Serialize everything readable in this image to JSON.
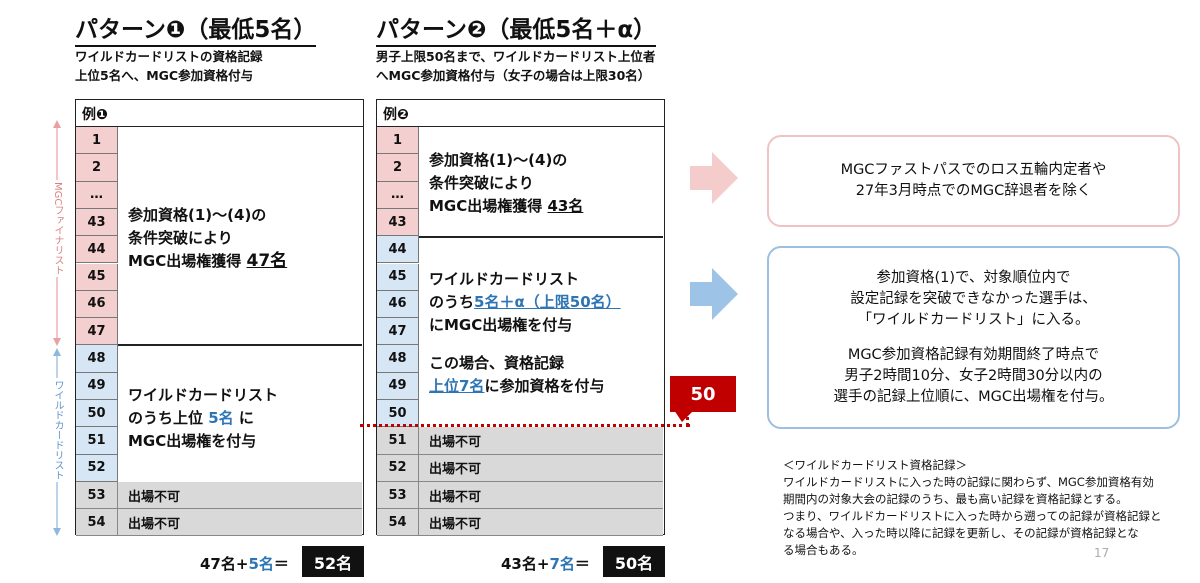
{
  "pattern1": {
    "title": "パターン❶（最低5名）",
    "desc_line1": "ワイルドカードリストの資格記録",
    "desc_line2": "上位5名へ、MGC参加資格付与",
    "example_label": "例❶",
    "pink_rows": [
      "1",
      "2",
      "…",
      "43",
      "44",
      "45",
      "46",
      "47"
    ],
    "blue_rows": [
      "48",
      "49",
      "50",
      "51",
      "52"
    ],
    "gray_rows": [
      {
        "num": "53",
        "label": "出場不可"
      },
      {
        "num": "54",
        "label": "出場不可"
      }
    ],
    "text1_line1": "参加資格(1)～(4)の",
    "text1_line2": "条件突破により",
    "text1_line3a": "MGC出場権獲得 ",
    "text1_line3b": "47名",
    "text2_line1": "ワイルドカードリスト",
    "text2_line2a": "のうち上位 ",
    "text2_line2b": "5名",
    "text2_line2c": " に",
    "text2_line3": "MGC出場権を付与",
    "total_a": "47名+",
    "total_b": "5名",
    "total_c": "＝",
    "total_box": "52名"
  },
  "pattern2": {
    "title": "パターン❷（最低5名＋α）",
    "desc_line1": "男子上限50名まで、ワイルドカードリスト上位者",
    "desc_line2": "へMGC参加資格付与（女子の場合は上限30名）",
    "example_label": "例❷",
    "pink_rows": [
      "1",
      "2",
      "…",
      "43"
    ],
    "blue_rows": [
      "44",
      "45",
      "46",
      "47",
      "48",
      "49",
      "50"
    ],
    "gray_rows": [
      {
        "num": "51",
        "label": "出場不可"
      },
      {
        "num": "52",
        "label": "出場不可"
      },
      {
        "num": "53",
        "label": "出場不可"
      },
      {
        "num": "54",
        "label": "出場不可"
      }
    ],
    "text1_line1": "参加資格(1)～(4)の",
    "text1_line2": "条件突破により",
    "text1_line3a": "MGC出場権獲得 ",
    "text1_line3b": "43名",
    "text2_line1": "ワイルドカードリスト",
    "text2_line2a": "のうち",
    "text2_line2b": "5名＋α（上限50名）",
    "text2_line3": "にMGC出場権を付与",
    "text3_line1": "この場合、資格記録",
    "text3_line2a": "上位7名",
    "text3_line2b": "に参加資格を付与",
    "marker": "50",
    "total_a": "43名+",
    "total_b": "7名",
    "total_c": "＝",
    "total_box": "50名"
  },
  "side_labels": {
    "finalist": "MGCファイナリスト",
    "wildcard": "ワイルドカードリスト"
  },
  "callout1": {
    "line1": "MGCファストパスでのロス五輪内定者や",
    "line2": "27年3月時点でのMGC辞退者を除く"
  },
  "callout2": {
    "line1": "参加資格(1)で、対象順位内で",
    "line2": "設定記録を突破できなかった選手は、",
    "line3": "「ワイルドカードリスト」に入る。",
    "line4": "MGC参加資格記録有効期間終了時点で",
    "line5": "男子2時間10分、女子2時間30分以内の",
    "line6": "選手の記録上位順に、MGC出場権を付与。"
  },
  "note": {
    "title": "＜ワイルドカードリスト資格記録＞",
    "line1": "ワイルドカードリストに入った時の記録に関わらず、MGC参加資格有効",
    "line2": "期間内の対象大会の記録のうち、最も高い記録を資格記録とする。",
    "line3": "つまり、ワイルドカードリストに入った時から遡っての記録が資格記録と",
    "line4": "なる場合や、入った時以降に記録を更新し、その記録が資格記録とな",
    "line5": "る場合もある。"
  },
  "page_number": "17",
  "colors": {
    "pink": "#f4cfcf",
    "blue_cell": "#d7e6f5",
    "gray": "#d9d9d9",
    "accent_blue": "#2e75b6",
    "red_marker": "#c00000",
    "pink_border": "#efc3c3",
    "blue_border": "#9dbfe0"
  }
}
